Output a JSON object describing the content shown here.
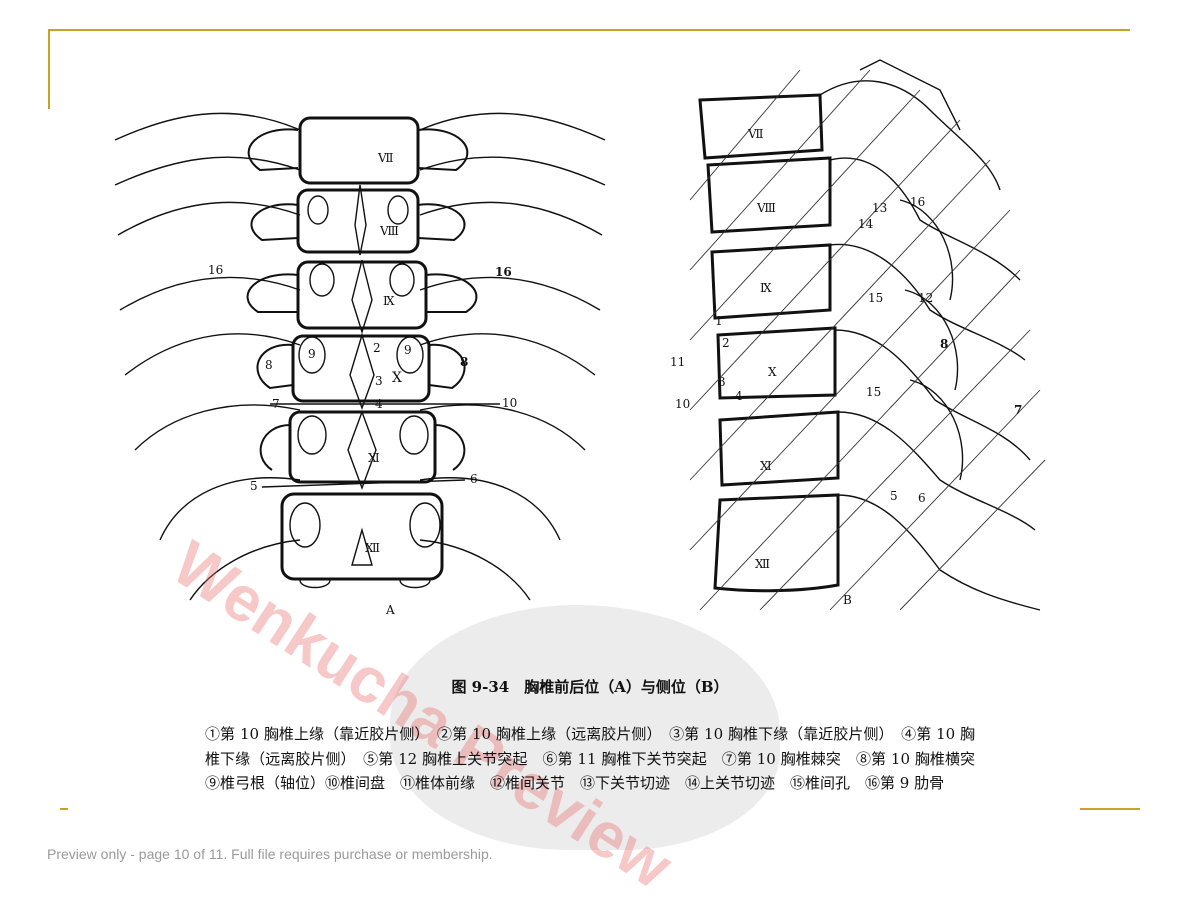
{
  "figure": {
    "panel_a_label": "A",
    "panel_b_label": "B",
    "panel_a_vertebra_labels": [
      "Ⅶ",
      "Ⅷ",
      "Ⅸ",
      "Ⅹ",
      "Ⅺ",
      "Ⅻ"
    ],
    "panel_b_vertebra_labels": [
      "Ⅶ",
      "Ⅷ",
      "Ⅸ",
      "Ⅹ",
      "Ⅺ",
      "Ⅻ"
    ],
    "panel_a_numbers": [
      "16",
      "16",
      "9",
      "2",
      "9",
      "8",
      "8",
      "3",
      "7",
      "4",
      "10",
      "5",
      "6"
    ],
    "panel_b_numbers": [
      "13",
      "16",
      "14",
      "15",
      "12",
      "1",
      "2",
      "11",
      "8",
      "3",
      "4",
      "10",
      "15",
      "7",
      "5",
      "6"
    ]
  },
  "caption": "图 9-34　胸椎前后位（A）与侧位（B）",
  "legend": "①第 10 胸椎上缘（靠近胶片侧）　②第 10 胸椎上缘（远离胶片侧）　③第 10 胸椎下缘（靠近胶片侧）　④第 10 胸椎下缘（远离胶片侧）　⑤第 12 胸椎上关节突起　⑥第 11 胸椎下关节突起　⑦第 10 胸椎棘突　⑧第 10 胸椎横突　⑨椎弓根（轴位）⑩椎间盘　⑪椎体前缘　⑫椎间关节　⑬下关节切迹　⑭上关节切迹　⑮椎间孔　⑯第 9 肋骨",
  "footer": "Preview only - page 10 of 11. Full file requires purchase or membership.",
  "watermark": "Wenkucha Preview",
  "colors": {
    "frame": "#c9a227",
    "watermark": "#eb6e6e",
    "footer": "#9a9a9a"
  }
}
